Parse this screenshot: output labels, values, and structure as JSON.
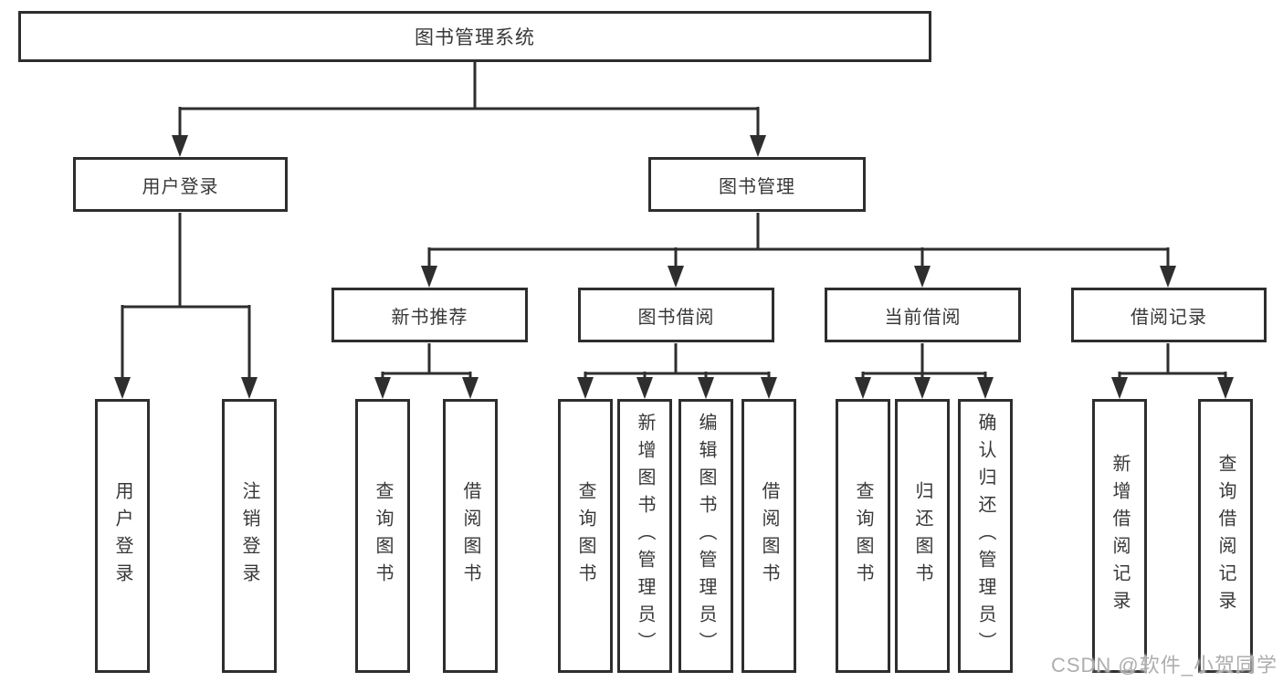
{
  "tree": {
    "label": "图书管理系统",
    "children": [
      {
        "label": "用户登录",
        "children": [
          {
            "label": "用户登录"
          },
          {
            "label": "注销登录"
          }
        ]
      },
      {
        "label": "图书管理",
        "children": [
          {
            "label": "新书推荐",
            "children": [
              {
                "label": "查询图书"
              },
              {
                "label": "借阅图书"
              }
            ]
          },
          {
            "label": "图书借阅",
            "children": [
              {
                "label": "查询图书"
              },
              {
                "label": "新增图书（管理员）"
              },
              {
                "label": "编辑图书（管理员）"
              },
              {
                "label": "借阅图书"
              }
            ]
          },
          {
            "label": "当前借阅",
            "children": [
              {
                "label": "查询图书"
              },
              {
                "label": "归还图书"
              },
              {
                "label": "确认归还（管理员）"
              }
            ]
          },
          {
            "label": "借阅记录",
            "children": [
              {
                "label": "新增借阅记录"
              },
              {
                "label": "查询借阅记录"
              }
            ]
          }
        ]
      }
    ]
  },
  "watermark": {
    "text": "CSDN @软件_小贺同学"
  },
  "colors": {
    "line": "#2e2e2e",
    "box_border": "#2e2e2e",
    "text": "#383838",
    "background": "#ffffff",
    "watermark": "#aeaeae"
  }
}
